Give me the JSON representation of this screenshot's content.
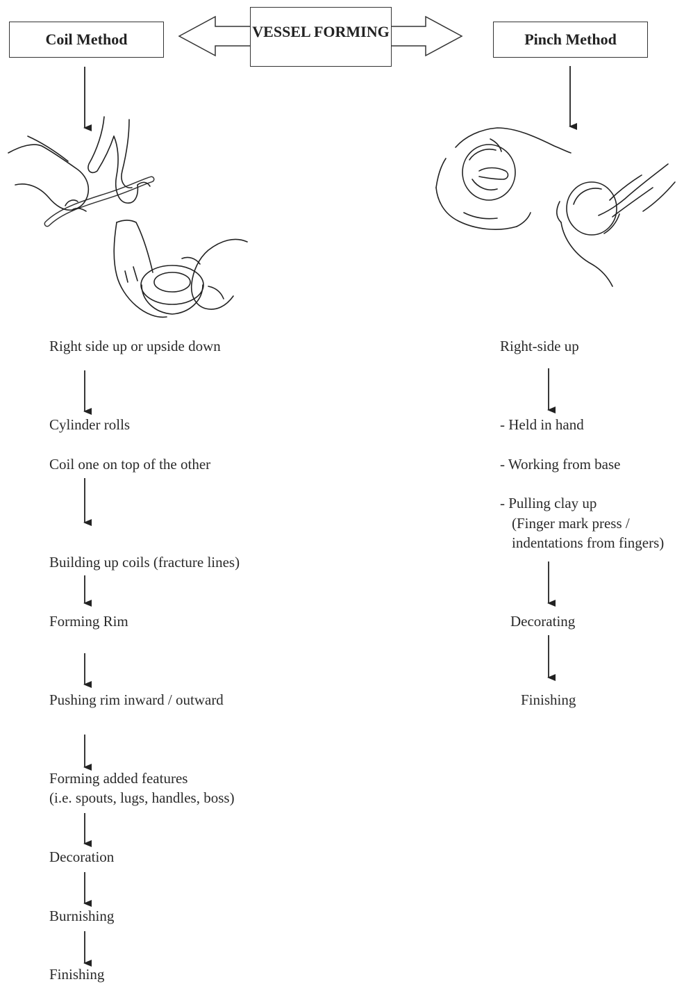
{
  "title": "VESSEL FORMING",
  "coil": {
    "heading": "Coil Method",
    "steps": [
      "Right side up or upside down",
      "Cylinder rolls",
      "Coil one on top of the other",
      "Building up coils (fracture lines)",
      "Forming Rim",
      "Pushing rim inward / outward",
      "Forming added features",
      "(i.e. spouts, lugs, handles, boss)",
      "Decoration",
      "Burnishing",
      "Finishing"
    ]
  },
  "pinch": {
    "heading": "Pinch Method",
    "steps": [
      "Right-side up",
      "- Held in hand",
      "- Working from base",
      "-  Pulling clay up",
      "(Finger mark press /",
      "indentations from fingers)",
      "Decorating",
      "Finishing"
    ]
  },
  "illustrations": {
    "coil": "hands-rolling-coil-illustration",
    "pinch": "hands-pinching-pot-illustration"
  }
}
